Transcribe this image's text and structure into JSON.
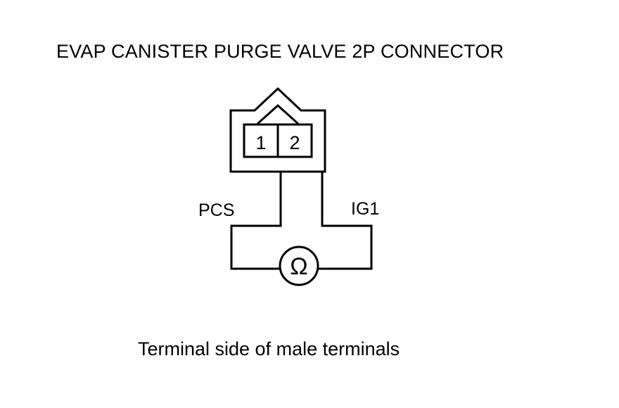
{
  "title": "EVAP CANISTER PURGE VALVE 2P CONNECTOR",
  "caption": "Terminal side of male terminals",
  "connector": {
    "pins": [
      "1",
      "2"
    ],
    "wire_labels": {
      "left": "PCS",
      "right": "IG1"
    }
  },
  "meter": {
    "symbol": "Ω",
    "icon": "ohmmeter-icon"
  }
}
